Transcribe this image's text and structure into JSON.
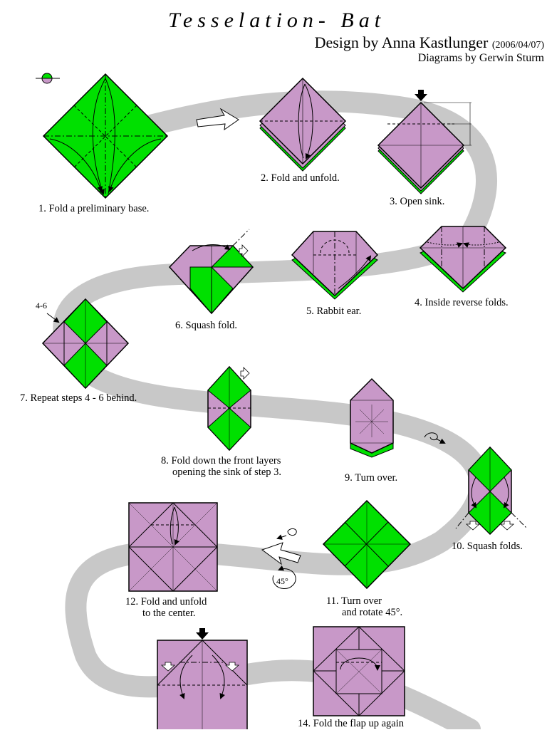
{
  "header": {
    "title": "Tesselation- Bat",
    "designer": "Design by Anna Kastlunger",
    "date": "(2006/04/07)",
    "diagrammer": "Diagrams by Gerwin Sturm"
  },
  "steps": [
    {
      "number": "1",
      "caption": "1. Fold a preliminary base."
    },
    {
      "number": "2",
      "caption": "2. Fold and unfold."
    },
    {
      "number": "3",
      "caption": "3. Open sink."
    },
    {
      "number": "4",
      "caption": "4. Inside reverse folds."
    },
    {
      "number": "5",
      "caption": "5. Rabbit ear."
    },
    {
      "number": "6",
      "caption": "6. Squash fold."
    },
    {
      "number": "7",
      "caption": "7. Repeat steps 4 - 6 behind."
    },
    {
      "number": "8",
      "caption_line1": "8. Fold down the front layers",
      "caption_line2": "opening the sink of step 3."
    },
    {
      "number": "9",
      "caption": "9. Turn over."
    },
    {
      "number": "10",
      "caption": "10. Squash folds."
    },
    {
      "number": "11",
      "caption_line1": "11. Turn over",
      "caption_line2": "and rotate 45°."
    },
    {
      "number": "12",
      "caption_line1": "12. Fold and unfold",
      "caption_line2": "to the center."
    },
    {
      "number": "14",
      "caption": "14. Fold the flap up again"
    }
  ],
  "annotations": {
    "repeat_marker": "4-6",
    "rotation": "45°"
  },
  "colors": {
    "paper_front": "#00e000",
    "paper_back": "#c898c8",
    "path": "#c8c8c8",
    "line": "#000000"
  }
}
